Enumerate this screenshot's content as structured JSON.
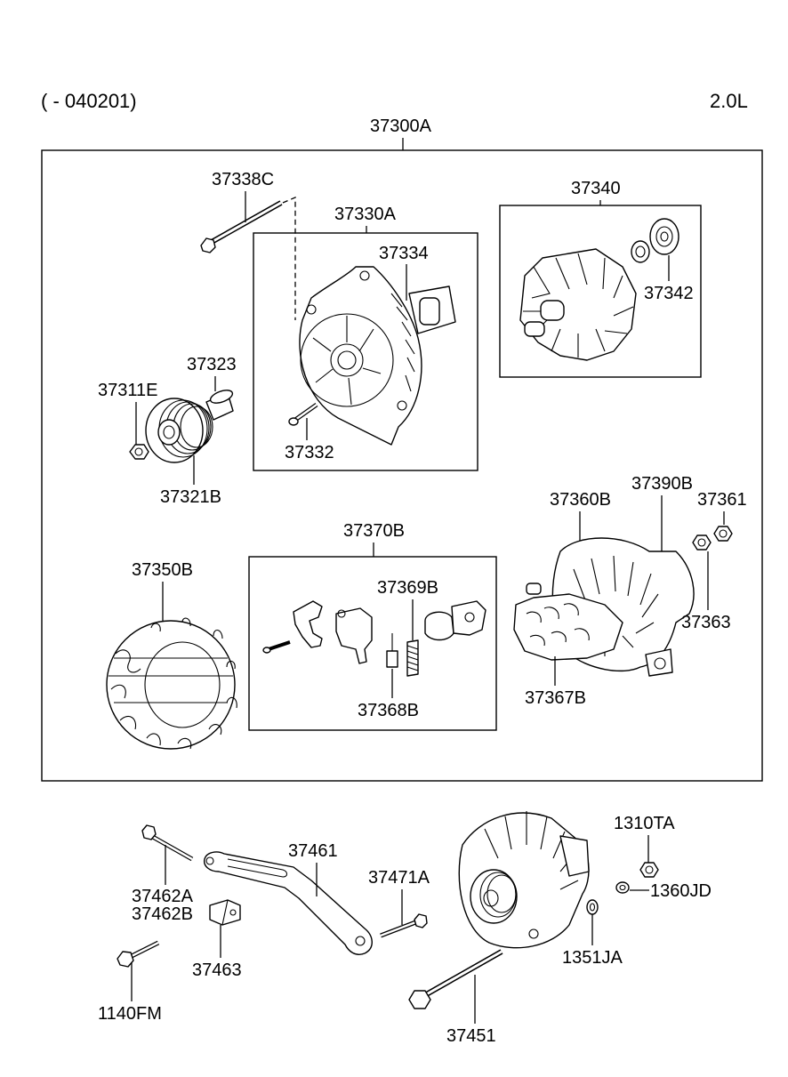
{
  "header": {
    "date_range": "( - 040201)",
    "engine": "2.0L"
  },
  "assembly_label": "37300A",
  "labels": {
    "p37338C": "37338C",
    "p37330A": "37330A",
    "p37334": "37334",
    "p37332": "37332",
    "p37340": "37340",
    "p37342": "37342",
    "p37323": "37323",
    "p37311E": "37311E",
    "p37321B": "37321B",
    "p37370B": "37370B",
    "p37369B": "37369B",
    "p37368B": "37368B",
    "p37350B": "37350B",
    "p37360B": "37360B",
    "p37390B": "37390B",
    "p37361": "37361",
    "p37363": "37363",
    "p37367B": "37367B",
    "p1310TA": "1310TA",
    "p1360JD": "1360JD",
    "p1351JA": "1351JA",
    "p37461": "37461",
    "p37471A": "37471A",
    "p37462A": "37462A",
    "p37462B": "37462B",
    "p37463": "37463",
    "p1140FM": "1140FM",
    "p37451": "37451"
  }
}
